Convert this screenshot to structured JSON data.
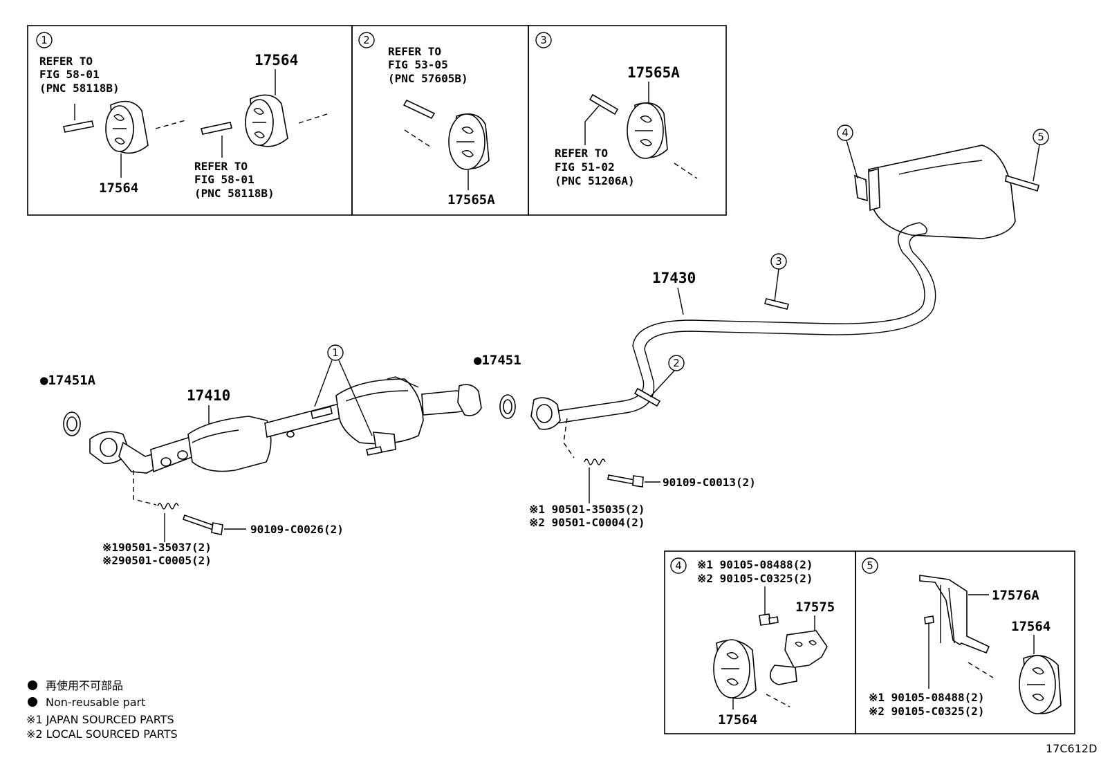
{
  "insets": {
    "i1": {
      "num": "1",
      "ref_a": [
        "REFER TO",
        "FIG 58-01",
        "(PNC 58118B)"
      ],
      "ref_b": [
        "REFER TO",
        "FIG 58-01",
        "(PNC 58118B)"
      ],
      "pn_top": "17564",
      "pn_bottom": "17564"
    },
    "i2": {
      "num": "2",
      "ref": [
        "REFER TO",
        "FIG 53-05",
        "(PNC 57605B)"
      ],
      "pn": "17565A"
    },
    "i3": {
      "num": "3",
      "ref": [
        "REFER TO",
        "FIG 51-02",
        "(PNC 51206A)"
      ],
      "pn": "17565A"
    },
    "i4": {
      "num": "4",
      "bolt1": "※1  90105-08488(2)",
      "bolt2": "※2  90105-C0325(2)",
      "pn_bracket": "17575",
      "pn_hanger": "17564"
    },
    "i5": {
      "num": "5",
      "pn_bracket": "17576A",
      "pn_hanger": "17564",
      "bolt1": "※1  90105-08488(2)",
      "bolt2": "※2  90105-C0325(2)"
    }
  },
  "main": {
    "callout_1": "1",
    "callout_2": "2",
    "callout_3": "3",
    "callout_4": "4",
    "callout_5": "5",
    "gasket_front": "●17451A",
    "gasket_center": "●17451",
    "front_pipe": "17410",
    "tail_pipe": "17430",
    "bolt_front": "90109-C0026(2)",
    "spring_front_1": "※190501-35037(2)",
    "spring_front_2": "※290501-C0005(2)",
    "bolt_center": "90109-C0013(2)",
    "spring_center_1": "※1 90501-35035(2)",
    "spring_center_2": "※2 90501-C0004(2)"
  },
  "legend": {
    "non_reusable_jp": "再使用不可部品",
    "non_reusable_en": "Non-reusable part",
    "japan_sourced": "※1  JAPAN SOURCED PARTS",
    "local_sourced": "※2  LOCAL SOURCED PARTS"
  },
  "figure_code": "17C612D"
}
